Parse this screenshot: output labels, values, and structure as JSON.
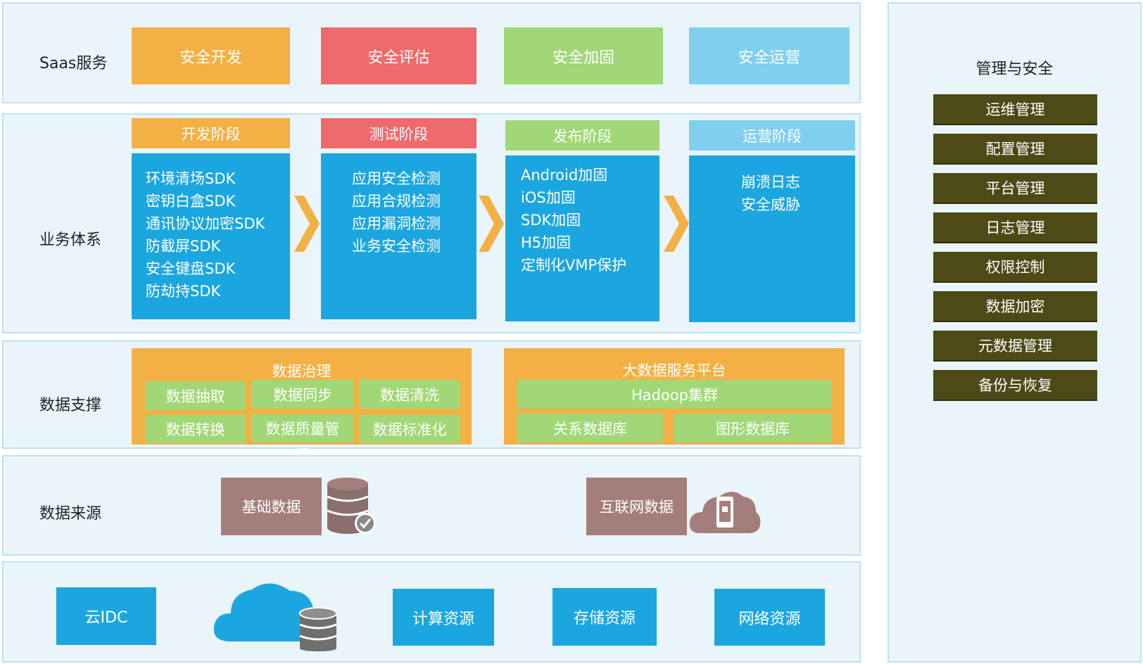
{
  "rows": {
    "saas": "Saas服务",
    "business": "业务体系",
    "data_support": "数据支撑",
    "data_source": "数据来源"
  },
  "saas": {
    "items": [
      {
        "label": "安全开发",
        "color": "#f3b044"
      },
      {
        "label": "安全评估",
        "color": "#ee6a6b"
      },
      {
        "label": "安全加固",
        "color": "#a1d776"
      },
      {
        "label": "安全运营",
        "color": "#80cfee"
      }
    ]
  },
  "stages": [
    {
      "title": "开发阶段",
      "color": "#f3b044",
      "items": [
        "环境清场SDK",
        "密钥白盒SDK",
        "通讯协议加密SDK",
        "防截屏SDK",
        "安全键盘SDK",
        "防劫持SDK"
      ]
    },
    {
      "title": "测试阶段",
      "color": "#ee6a6b",
      "items": [
        "应用安全检测",
        "应用合规检测",
        "应用漏洞检测",
        "业务安全检测"
      ]
    },
    {
      "title": "发布阶段",
      "color": "#a1d776",
      "items": [
        "Android加固",
        "iOS加固",
        "SDK加固",
        "H5加固",
        "定制化VMP保护"
      ]
    },
    {
      "title": "运营阶段",
      "color": "#80cfee",
      "items": [
        "崩溃日志",
        "安全威胁"
      ]
    }
  ],
  "governance": {
    "title": "数据治理",
    "items": [
      "数据抽取",
      "数据同步",
      "数据清洗",
      "数据转换",
      "数据质量管",
      "数据标准化"
    ],
    "overflow": "理"
  },
  "bigdata": {
    "title": "大数据服务平台",
    "hadoop": "Hadoop集群",
    "items": [
      "关系数据库",
      "图形数据库"
    ]
  },
  "sources": {
    "basic": "基础数据",
    "internet": "互联网数据"
  },
  "infra": {
    "items": [
      "云IDC",
      "计算资源",
      "存储资源",
      "网络资源"
    ]
  },
  "management": {
    "title": "管理与安全",
    "items": [
      "运维管理",
      "配置管理",
      "平台管理",
      "日志管理",
      "权限控制",
      "数据加密",
      "元数据管理",
      "备份与恢复"
    ]
  },
  "icons": [
    "arrow-right-icon",
    "database-check-icon",
    "cloud-device-icon",
    "cloud-database-icon"
  ],
  "colors": {
    "blue": "#1ca6e0",
    "panel_bg": "#eaf5fb",
    "panel_border": "#bfe2ef",
    "olive": "#4d4a17",
    "mauve": "#a47e7a",
    "green": "#a1d776"
  }
}
